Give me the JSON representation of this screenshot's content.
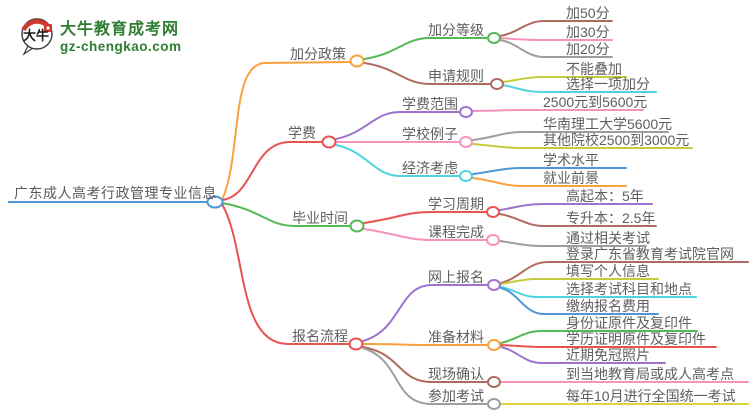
{
  "logo": {
    "brand": "大牛教育成考网",
    "domain": "gz-chengkao.com",
    "icon_text": "大牛",
    "brand_color": "#2e7d32",
    "icon_red": "#cf3a30",
    "icon_outline": "#3a3a3a"
  },
  "root": {
    "label": "广东成人高考行政管理专业信息"
  },
  "colors": {
    "blue": "#4e96d6",
    "orange": "#f9a13d",
    "red": "#e85450",
    "green": "#54b854",
    "brown": "#b06a60",
    "pink": "#f592be",
    "gray": "#9d9d9d",
    "ygreen": "#c2cc3d",
    "cyan": "#4ed3e3",
    "purple": "#9d73cd",
    "yellow": "#ded33f",
    "white": "#ffffff"
  },
  "branches": [
    {
      "label": "加分政策",
      "children": [
        {
          "label": "加分等级",
          "children": [
            {
              "label": "加50分"
            },
            {
              "label": "加30分"
            },
            {
              "label": "加20分"
            }
          ]
        },
        {
          "label": "申请规则",
          "children": [
            {
              "label": "不能叠加"
            },
            {
              "label": "选择一项加分"
            }
          ]
        }
      ]
    },
    {
      "label": "学费",
      "children": [
        {
          "label": "学费范围",
          "children": [
            {
              "label": "2500元到5600元"
            }
          ]
        },
        {
          "label": "学校例子",
          "children": [
            {
              "label": "华南理工大学5600元"
            },
            {
              "label": "其他院校2500到3000元"
            }
          ]
        },
        {
          "label": "经济考虑",
          "children": [
            {
              "label": "学术水平"
            },
            {
              "label": "就业前景"
            }
          ]
        }
      ]
    },
    {
      "label": "毕业时间",
      "children": [
        {
          "label": "学习周期",
          "children": [
            {
              "label": "高起本：5年"
            },
            {
              "label": "专升本：2.5年"
            }
          ]
        },
        {
          "label": "课程完成",
          "children": [
            {
              "label": "通过相关考试"
            }
          ]
        }
      ]
    },
    {
      "label": "报名流程",
      "children": [
        {
          "label": "网上报名",
          "children": [
            {
              "label": "登录广东省教育考试院官网"
            },
            {
              "label": "填写个人信息"
            },
            {
              "label": "选择考试科目和地点"
            },
            {
              "label": "缴纳报名费用"
            }
          ]
        },
        {
          "label": "准备材料",
          "children": [
            {
              "label": "身份证原件及复印件"
            },
            {
              "label": "学历证明原件及复印件"
            },
            {
              "label": "近期免冠照片"
            }
          ]
        },
        {
          "label": "现场确认",
          "children": [
            {
              "label": "到当地教育局或成人高考点"
            }
          ]
        },
        {
          "label": "参加考试",
          "children": [
            {
              "label": "每年10月进行全国统一考试"
            }
          ]
        }
      ]
    }
  ]
}
